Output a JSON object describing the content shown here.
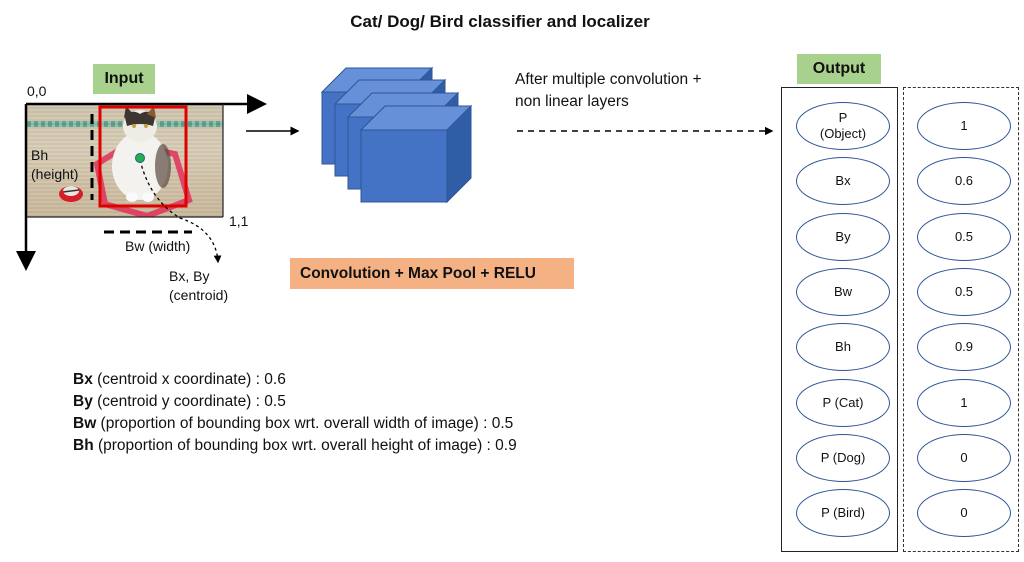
{
  "title": "Cat/ Dog/ Bird classifier and localizer",
  "input": {
    "tag": "Input",
    "origin_label": "0,0",
    "corner_label": "1,1",
    "bh_label_line1": "Bh",
    "bh_label_line2": "(height)",
    "bw_label": "Bw (width)",
    "centroid_label_line1": "Bx, By",
    "centroid_label_line2": "(centroid)",
    "image_subject": "cat-photo",
    "bbox_color": "#e00000",
    "centroid_color": "#1fb14a"
  },
  "network": {
    "layer_label": "Convolution + Max Pool + RELU",
    "description_line1": "After multiple convolution +",
    "description_line2": "non linear layers",
    "cube_color": "#4472c4"
  },
  "output": {
    "tag": "Output",
    "rows": [
      {
        "name_line1": "P",
        "name_line2": "(Object)",
        "value": "1"
      },
      {
        "name_line1": "Bx",
        "name_line2": "",
        "value": "0.6"
      },
      {
        "name_line1": "By",
        "name_line2": "",
        "value": "0.5"
      },
      {
        "name_line1": "Bw",
        "name_line2": "",
        "value": "0.5"
      },
      {
        "name_line1": "Bh",
        "name_line2": "",
        "value": "0.9"
      },
      {
        "name_line1": "P (Cat)",
        "name_line2": "",
        "value": "1"
      },
      {
        "name_line1": "P (Dog)",
        "name_line2": "",
        "value": "0"
      },
      {
        "name_line1": "P (Bird)",
        "name_line2": "",
        "value": "0"
      }
    ]
  },
  "definitions": [
    {
      "key": "Bx",
      "text": " (centroid x coordinate) : 0.6"
    },
    {
      "key": "By",
      "text": " (centroid y coordinate) : 0.5"
    },
    {
      "key": "Bw",
      "text": " (proportion of bounding box wrt. overall width of image) : 0.5"
    },
    {
      "key": "Bh",
      "text": " (proportion of bounding box wrt. overall height of image) : 0.9"
    }
  ]
}
